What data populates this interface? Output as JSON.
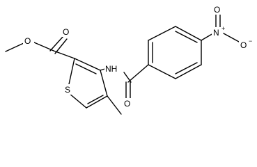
{
  "molecule": {
    "atoms": {
      "ester_o_single": "O",
      "ester_o_double": "O",
      "thiophene_s": "S",
      "amide_n": "NH",
      "amide_o": "O",
      "nitro_n": "N",
      "nitro_n_charge": "+",
      "nitro_o_top": "O",
      "nitro_o_right": "O",
      "nitro_o_right_charge": "−"
    }
  }
}
